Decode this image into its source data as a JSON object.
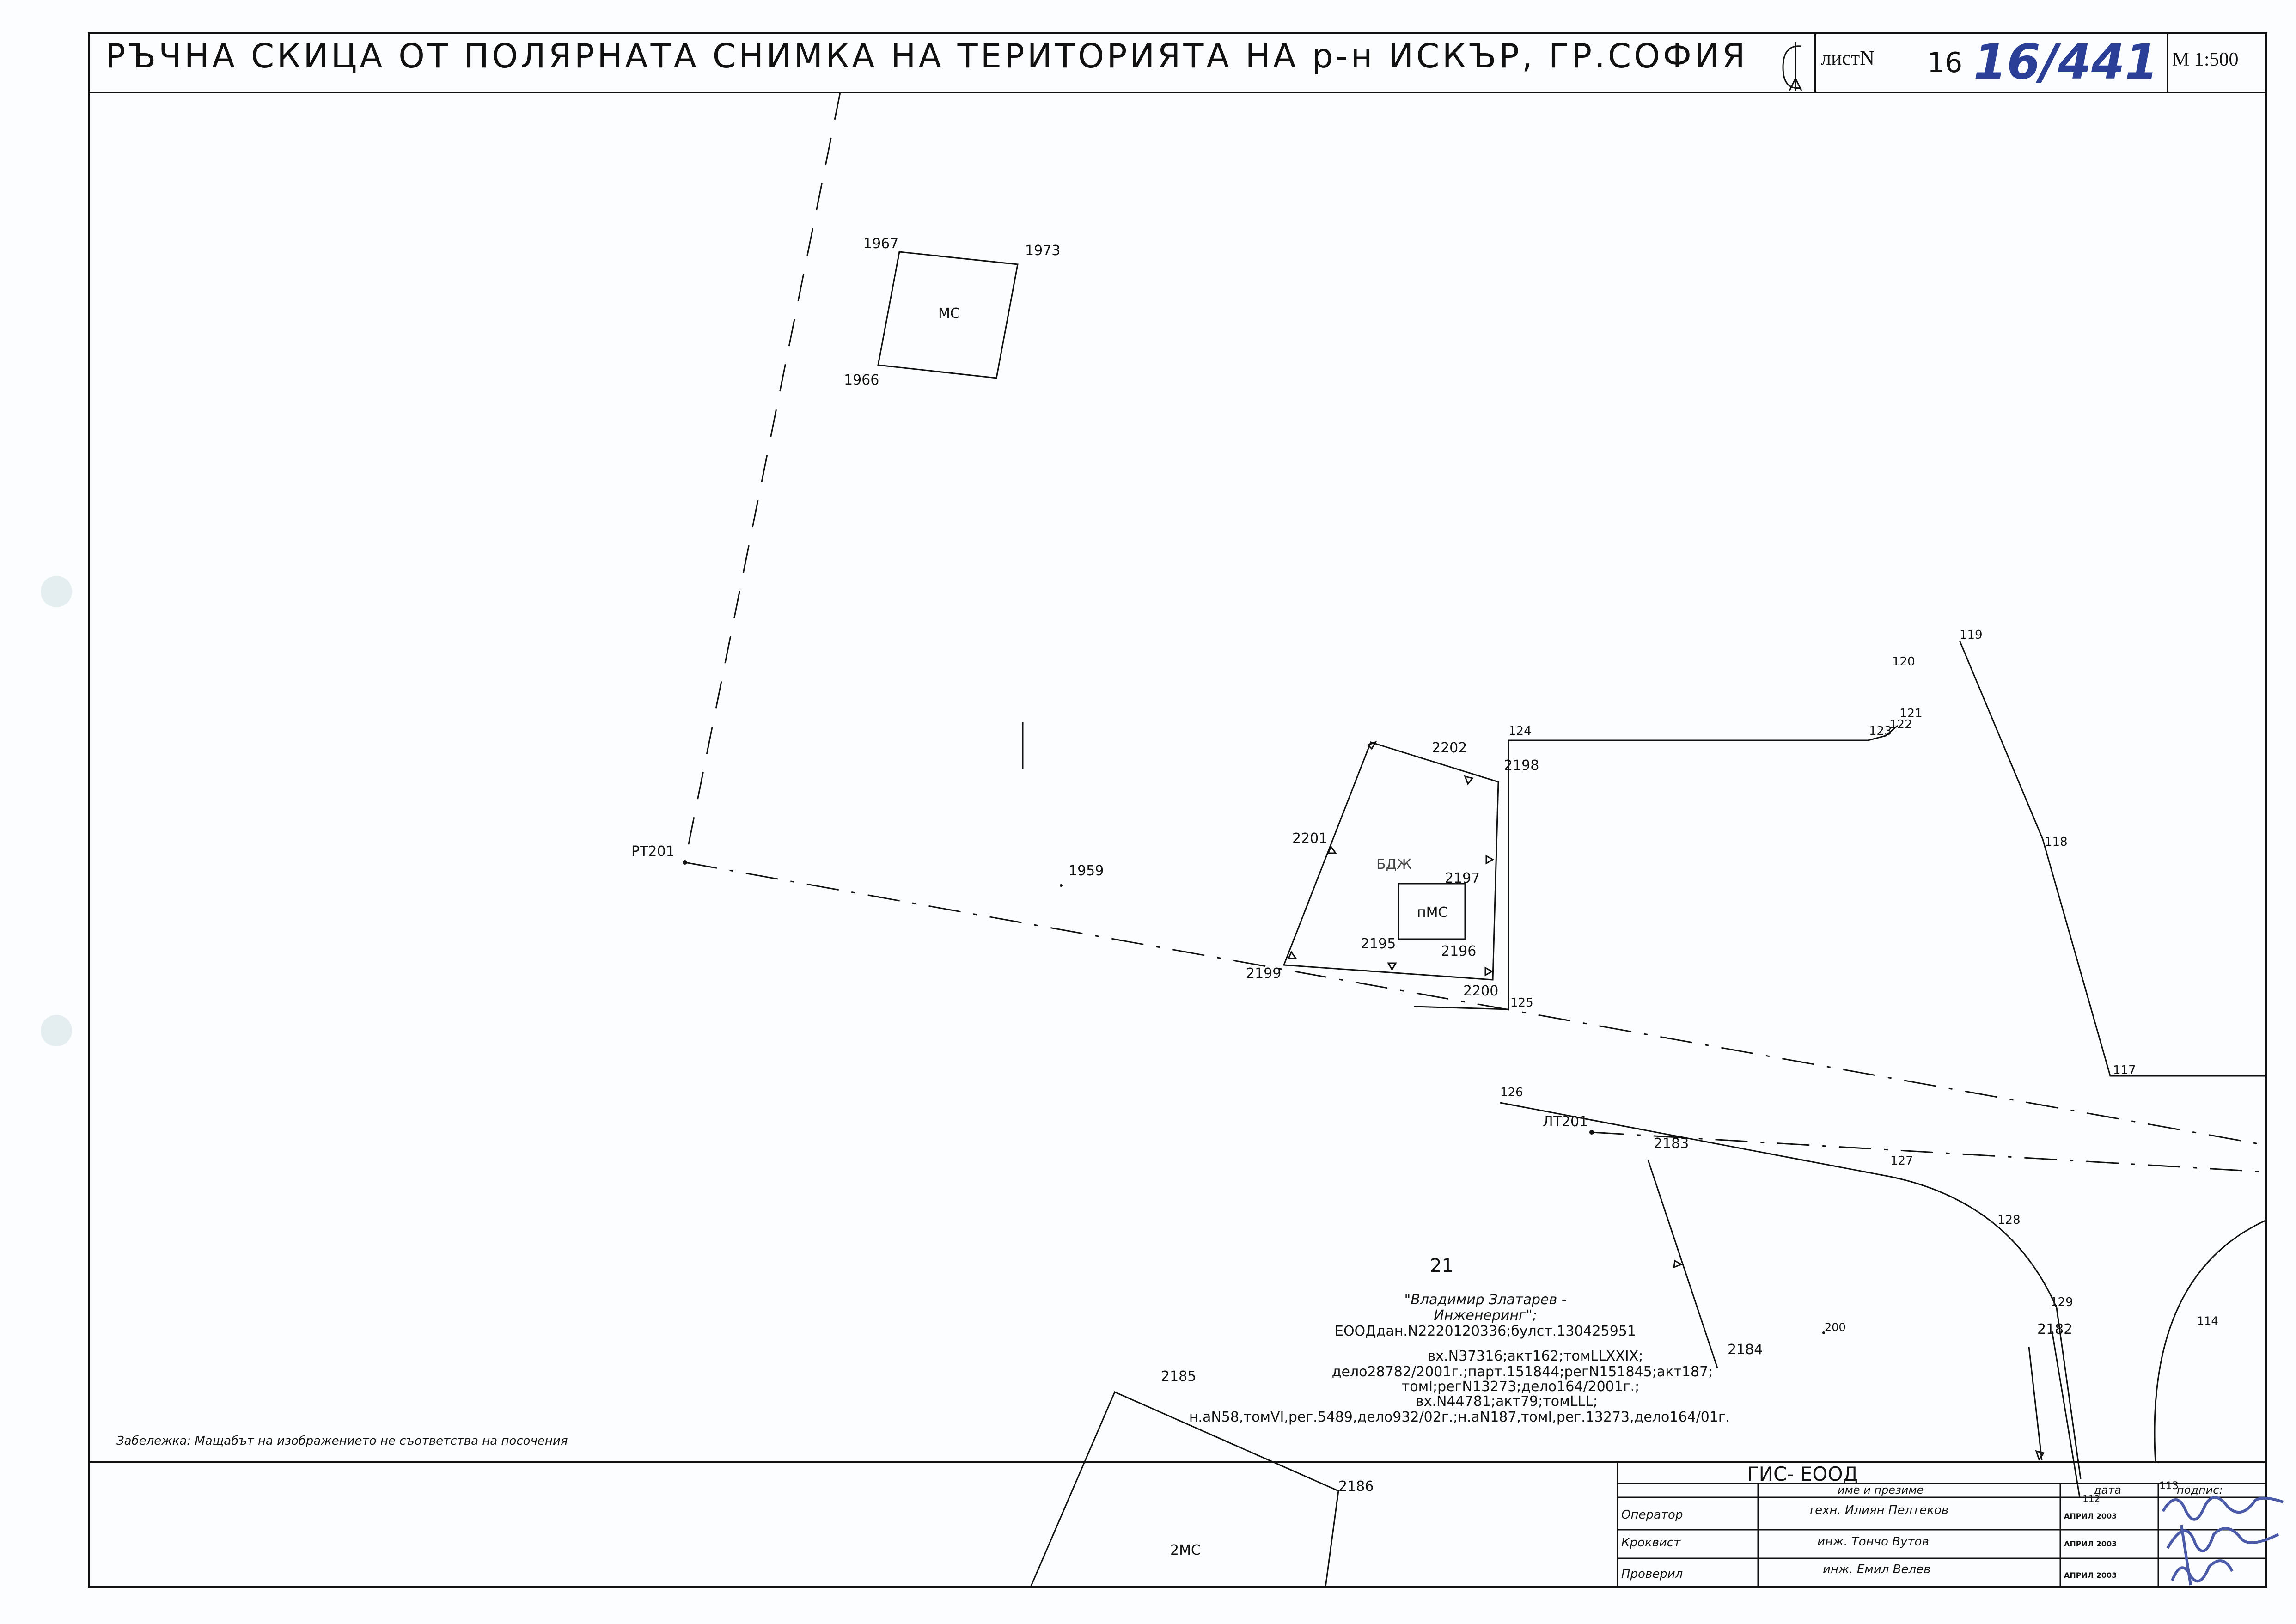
{
  "header": {
    "title": "РЪЧНА СКИЦА ОТ ПОЛЯРНАТА СНИМКА НА ТЕРИТОРИЯТА НА р-н ИСКЪР, ГР.СОФИЯ",
    "sheet_label": "листN",
    "sheet_number": "16",
    "sheet_handwritten": "16/441",
    "scale": "М 1:500"
  },
  "points": {
    "p1967": "1967",
    "p1973": "1973",
    "p1966": "1966",
    "pt201": "PT201",
    "p1959": "1959",
    "p2202": "2202",
    "p2198": "2198",
    "p2201": "2201",
    "p2197": "2197",
    "p2195": "2195",
    "p2196": "2196",
    "p2199": "2199",
    "p2200": "2200",
    "p124": "124",
    "p125": "125",
    "p119": "119",
    "p120": "120",
    "p121": "121",
    "p122": "122",
    "p123": "123",
    "p118": "118",
    "p117": "117",
    "p126": "126",
    "lt201": "ЛТ201",
    "p2183": "2183",
    "p127": "127",
    "p128": "128",
    "p129": "129",
    "p2182": "2182",
    "p114": "114",
    "p200": "200",
    "p2184": "2184",
    "p2185": "2185",
    "p2186": "2186",
    "p21": "21",
    "p112": "112",
    "p113": "113"
  },
  "buildings": {
    "ms": "МС",
    "bdzh": "БДЖ",
    "pms": "пМС",
    "ms2": "2МС"
  },
  "owner_note": [
    "\"Владимир Златарев -",
    "Инженеринг\";",
    "ЕООДдан.N2220120336;булст.130425951",
    "вх.N37316;акт162;томLLXXIX;",
    "дело28782/2001г.;парт.151844;регN151845;акт187;",
    "томI;регN13273;дело164/2001г.;",
    "вх.N44781;акт79;томLLL;",
    "н.аN58,томVI,рег.5489,дело932/02г.;н.аN187,томI,рег.13273,дело164/01г."
  ],
  "footnote": "Забележка: Мащабът на изображението не съответства на посочения",
  "title_block": {
    "company": "ГИС- ЕООД",
    "col_name": "име и презиме",
    "col_date": "дата",
    "col_sign": "подпис:",
    "rows": [
      {
        "role": "Оператор",
        "name": "техн. Илиян Пелтеков",
        "date": "АПРИЛ 2003"
      },
      {
        "role": "Кроквист",
        "name": "инж. Тончо Вутов",
        "date": "АПРИЛ 2003"
      },
      {
        "role": "Проверил",
        "name": "инж. Емил Велев",
        "date": "АПРИЛ 2003"
      }
    ]
  }
}
